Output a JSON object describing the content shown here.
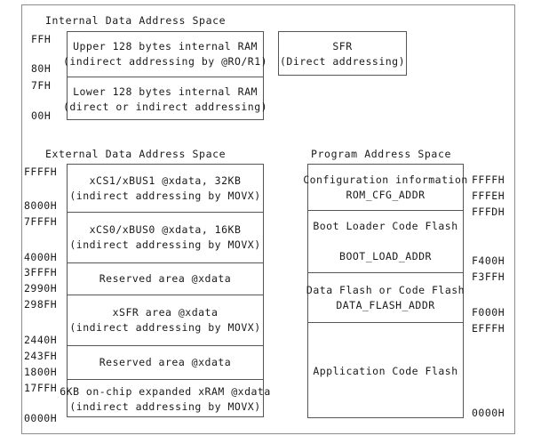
{
  "diagram": {
    "sections": [
      {
        "id": "internal",
        "title": "Internal Data Address Space"
      },
      {
        "id": "external",
        "title": "External Data Address Space"
      },
      {
        "id": "program",
        "title": "Program Address Space"
      }
    ]
  },
  "internal": {
    "title": "Internal Data Address Space",
    "ram_blocks": [
      {
        "line1": "Upper 128 bytes internal RAM",
        "line2": "(indirect addressing by @RO/R1)"
      },
      {
        "line1": "Lower 128 bytes internal RAM",
        "line2": "(direct or indirect addressing)"
      }
    ],
    "addresses": [
      {
        "label": "FFH"
      },
      {
        "label": "80H"
      },
      {
        "label": "7FH"
      },
      {
        "label": "00H"
      }
    ],
    "sfr": {
      "line1": "SFR",
      "line2": "(Direct addressing)"
    }
  },
  "external": {
    "title": "External Data Address Space",
    "blocks": [
      {
        "line1": "xCS1/xBUS1 @xdata, 32KB",
        "line2": "(indirect addressing by MOVX)"
      },
      {
        "line1": "xCS0/xBUS0 @xdata, 16KB",
        "line2": "(indirect addressing by MOVX)"
      },
      {
        "line1": "Reserved area @xdata",
        "line2": ""
      },
      {
        "line1": "xSFR area @xdata",
        "line2": "(indirect addressing by MOVX)"
      },
      {
        "line1": "Reserved area @xdata",
        "line2": ""
      },
      {
        "line1": "6KB on-chip expanded xRAM @xdata",
        "line2": "(indirect addressing by MOVX)"
      }
    ],
    "addresses": [
      {
        "label": "FFFFH"
      },
      {
        "label": "8000H"
      },
      {
        "label": "7FFFH"
      },
      {
        "label": "4000H"
      },
      {
        "label": "3FFFH"
      },
      {
        "label": "2990H"
      },
      {
        "label": "298FH"
      },
      {
        "label": "2440H"
      },
      {
        "label": "243FH"
      },
      {
        "label": "1800H"
      },
      {
        "label": "17FFH"
      },
      {
        "label": "0000H"
      }
    ]
  },
  "program": {
    "title": "Program Address Space",
    "blocks": [
      {
        "line1": "Configuration information",
        "line2": "ROM_CFG_ADDR"
      },
      {
        "line1": "Boot Loader Code Flash",
        "line2": "BOOT_LOAD_ADDR"
      },
      {
        "line1": "Data Flash or Code Flash",
        "line2": "DATA_FLASH_ADDR"
      },
      {
        "line1": "Application Code Flash",
        "line2": ""
      }
    ],
    "addresses": [
      {
        "label": "FFFFH"
      },
      {
        "label": "FFFEH"
      },
      {
        "label": "FFFDH"
      },
      {
        "label": "F400H"
      },
      {
        "label": "F3FFH"
      },
      {
        "label": "F000H"
      },
      {
        "label": "EFFFH"
      },
      {
        "label": "0000H"
      }
    ]
  }
}
